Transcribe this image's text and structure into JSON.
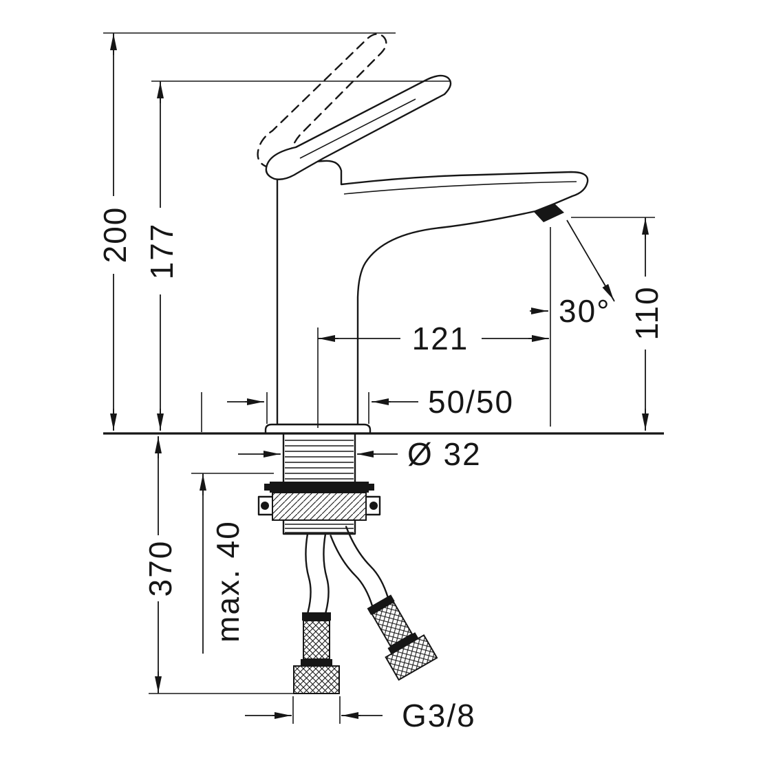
{
  "drawing": {
    "type": "technical-dimension-drawing",
    "subject": "single-lever basin mixer faucet, side view with mounting hardware and supply hoses",
    "line_color": "#161616",
    "background_color": "#ffffff",
    "dimension_labels": {
      "overall_height": "200",
      "spout_top_height": "177",
      "spout_reach": "121",
      "outlet_angle": "30°",
      "outlet_height": "110",
      "base_clearance": "50/50",
      "hole_diameter": "Ø 32",
      "max_mounting_thickness": "max. 40",
      "install_depth": "370",
      "thread_size": "G3/8"
    }
  }
}
